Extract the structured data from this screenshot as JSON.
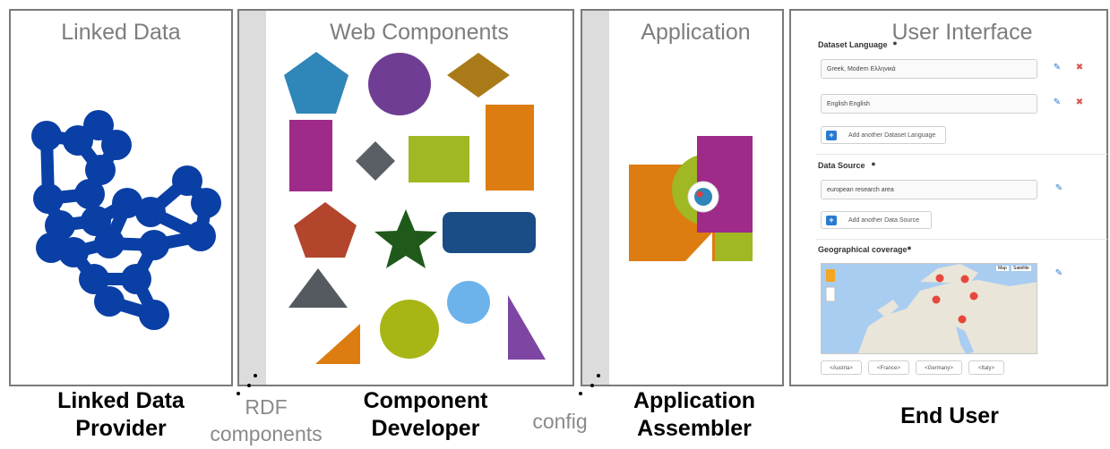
{
  "panels": {
    "linked_data": "Linked Data",
    "web_components": "Web Components",
    "application": "Application",
    "user_interface": "User Interface"
  },
  "roles": {
    "provider_line1": "Linked Data",
    "provider_line2": "Provider",
    "developer_line1": "Component",
    "developer_line2": "Developer",
    "assembler_line1": "Application",
    "assembler_line2": "Assembler",
    "end_user": "End User"
  },
  "connectors": {
    "rdf_line1": "RDF",
    "rdf_line2": "components",
    "config": "config"
  },
  "ui_mock": {
    "dataset_language_label": "Dataset Language",
    "language_values": [
      "Greek, Modern Ελληνικά",
      "English English"
    ],
    "add_language": "Add another Dataset Language",
    "data_source_label": "Data Source",
    "data_source_value": "european research area",
    "add_data_source": "Add another Data Source",
    "geo_label": "Geographical coverage",
    "map_buttons": [
      "Map",
      "Satellite"
    ],
    "countries": [
      "<Austria>",
      "<France>",
      "<Germany>",
      "<Italy>"
    ]
  },
  "colors": {
    "graph_blue": "#0a3fa5",
    "border": "#7a7a7a",
    "bar": "#dcdcdc",
    "title": "#7d7d7d"
  }
}
